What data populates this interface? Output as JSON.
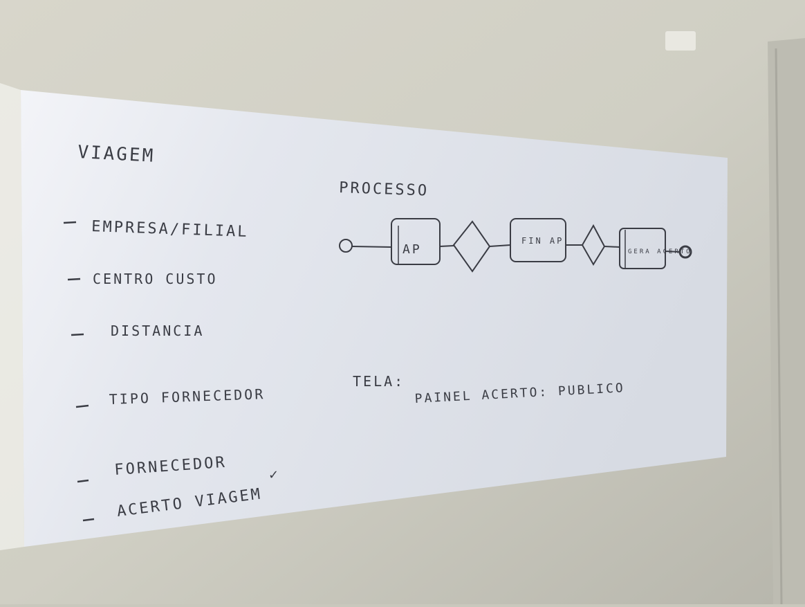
{
  "scene": "whiteboard",
  "colors": {
    "wall": "#d4d3c8",
    "board": "#e6e8ef",
    "marker": "#3a3c44",
    "side_panel": "#bcbcb2"
  },
  "board": {
    "title": "VIAGEM",
    "list_items": [
      "EMPRESA/FILIAL",
      "CENTRO CUSTO",
      "DISTANCIA",
      "TIPO FORNECEDOR",
      "FORNECEDOR",
      "ACERTO VIAGEM"
    ],
    "process": {
      "title": "PROCESSO",
      "steps": [
        "AP",
        "FIN AP",
        "GERA ACERTO"
      ]
    },
    "screen": {
      "label": "TELA:",
      "value": "PAINEL ACERTO: PUBLICO"
    }
  }
}
